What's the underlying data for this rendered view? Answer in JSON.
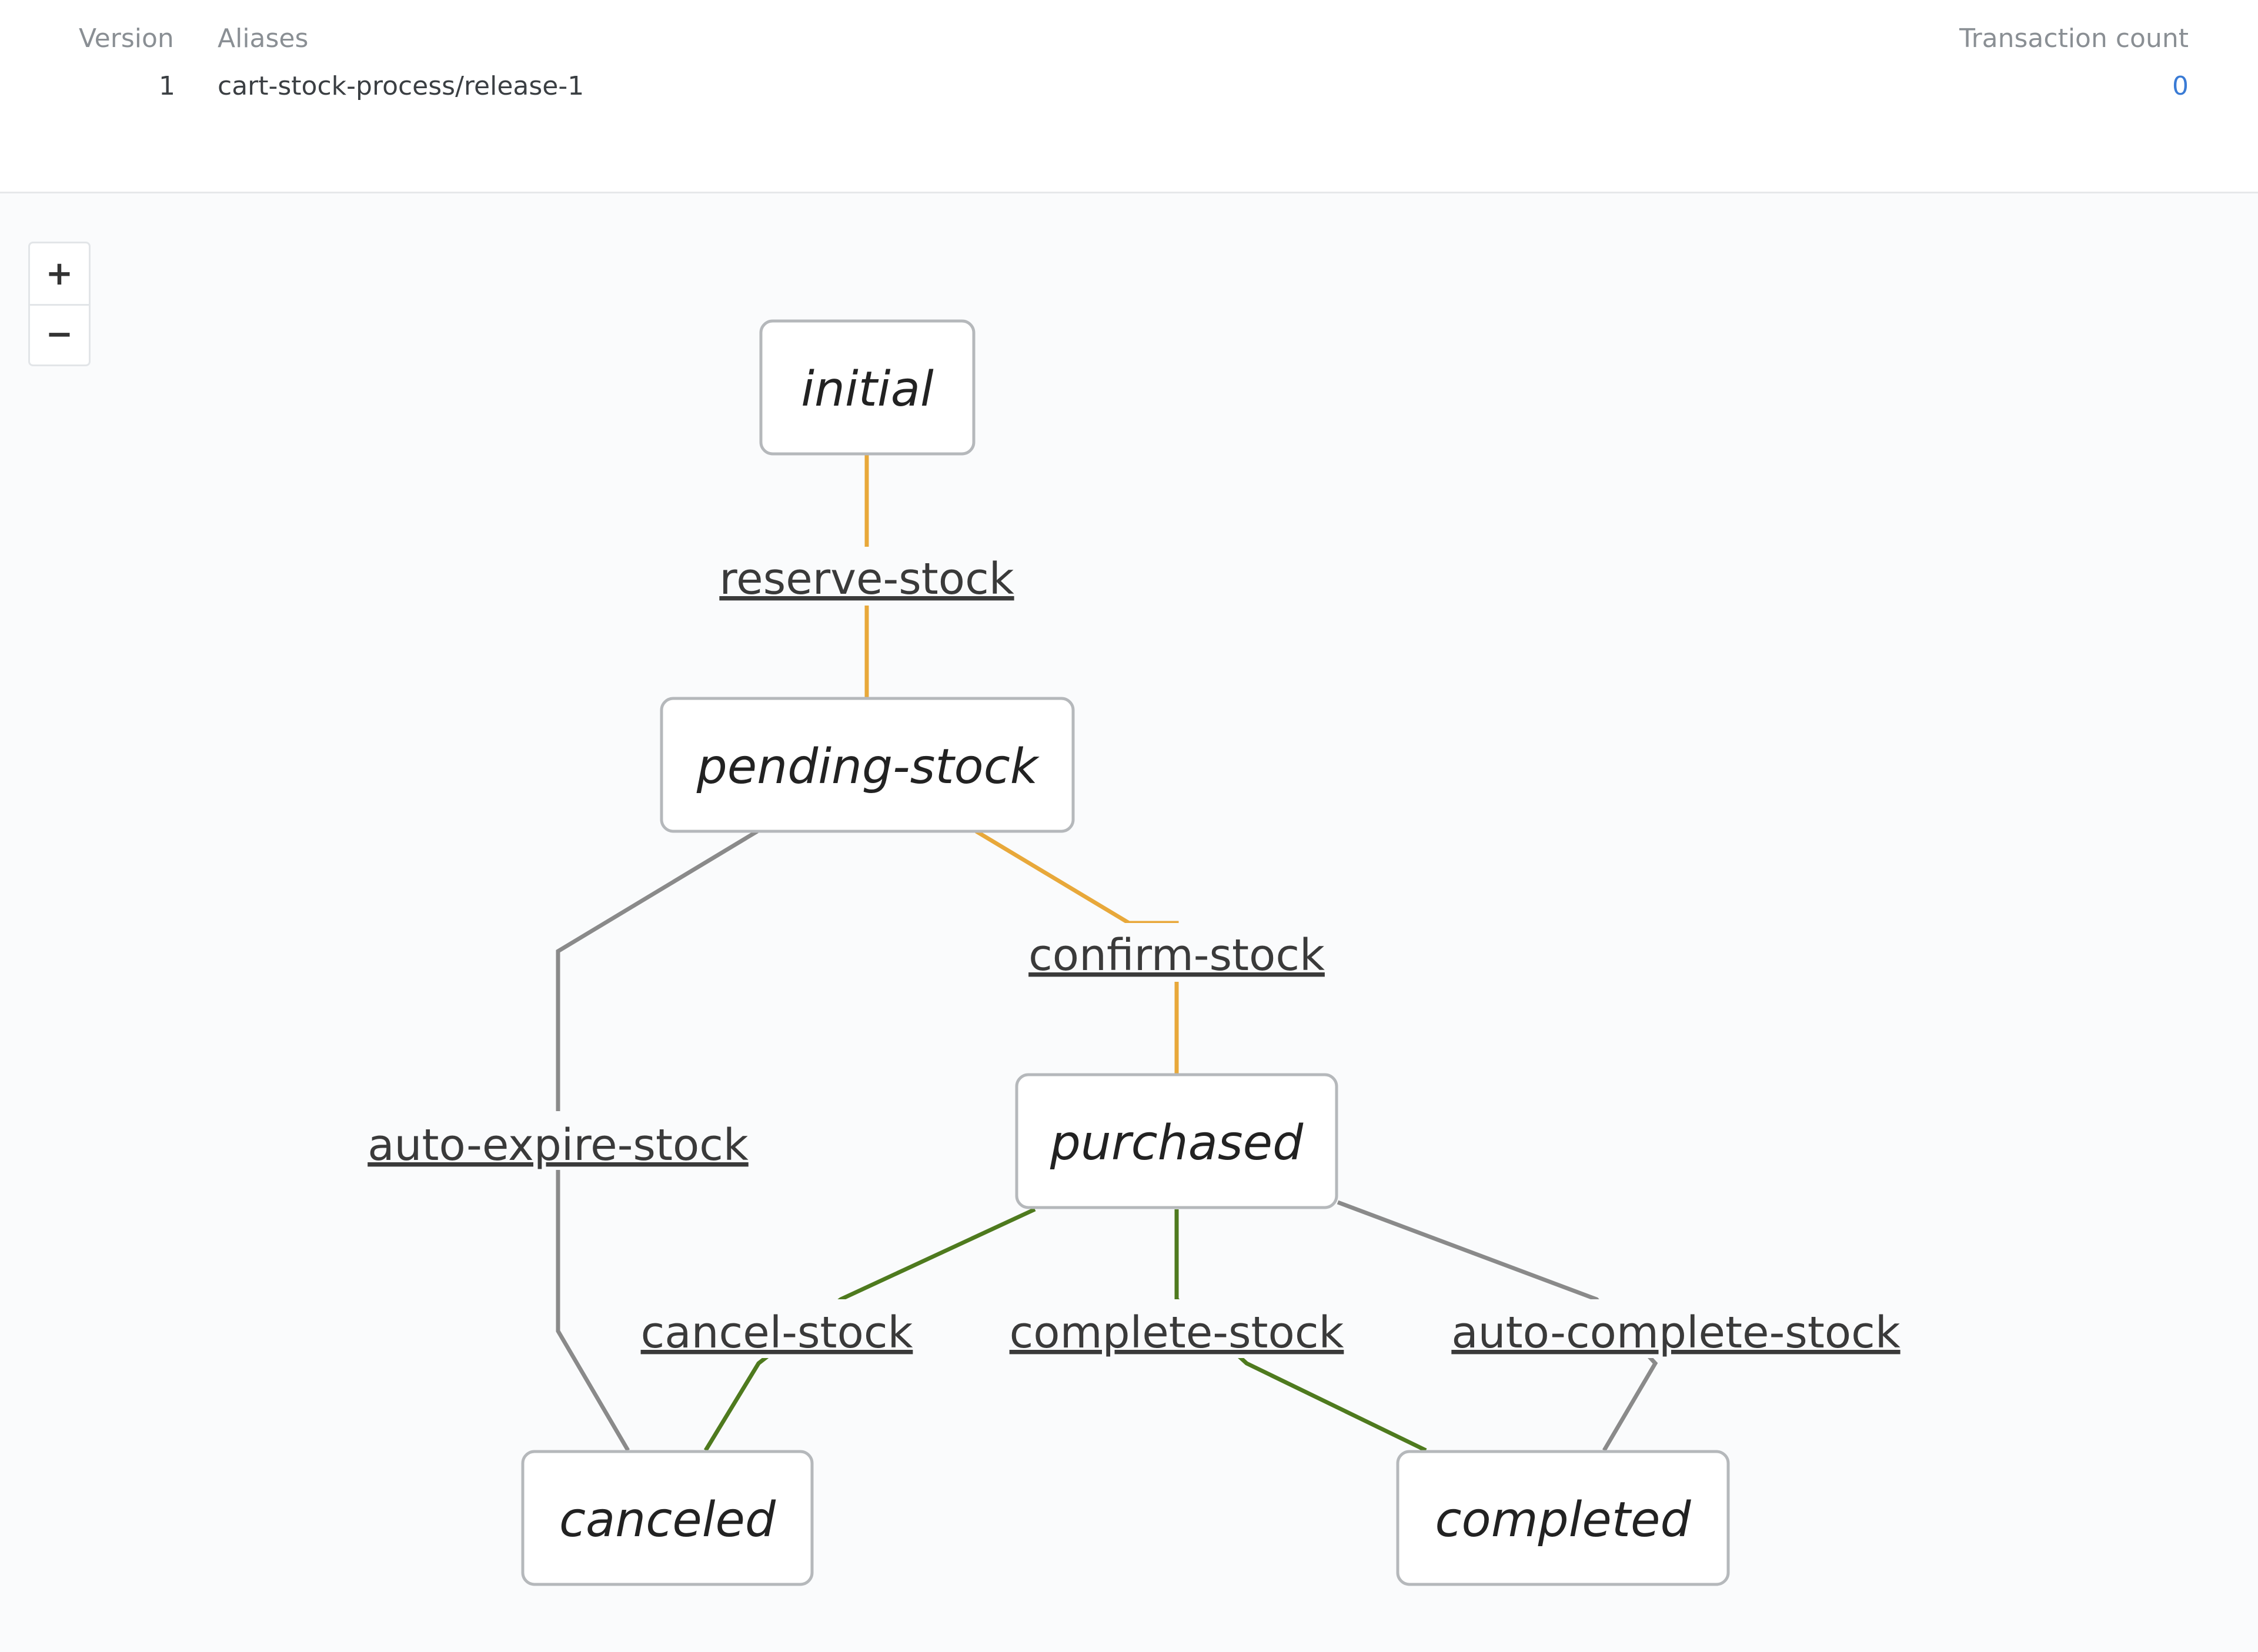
{
  "info": {
    "headers": {
      "version": "Version",
      "aliases": "Aliases",
      "transaction_count": "Transaction count"
    },
    "row": {
      "version": "1",
      "aliases": "cart-stock-process/release-1",
      "transaction_count": "0"
    }
  },
  "zoom": {
    "in_label": "+",
    "out_label": "−"
  },
  "colors": {
    "orange": "#e8a83a",
    "green": "#4e7a1e",
    "gray": "#8a8a8a",
    "link": "#3a7bd5"
  },
  "graph": {
    "nodes": {
      "initial": "initial",
      "pending_stock": "pending-stock",
      "purchased": "purchased",
      "canceled": "canceled",
      "completed": "completed"
    },
    "edges": {
      "reserve_stock": "reserve-stock",
      "confirm_stock": "confirm-stock",
      "auto_expire_stock": "auto-expire-stock",
      "cancel_stock": "cancel-stock",
      "complete_stock": "complete-stock",
      "auto_complete_stock": "auto-complete-stock"
    }
  }
}
